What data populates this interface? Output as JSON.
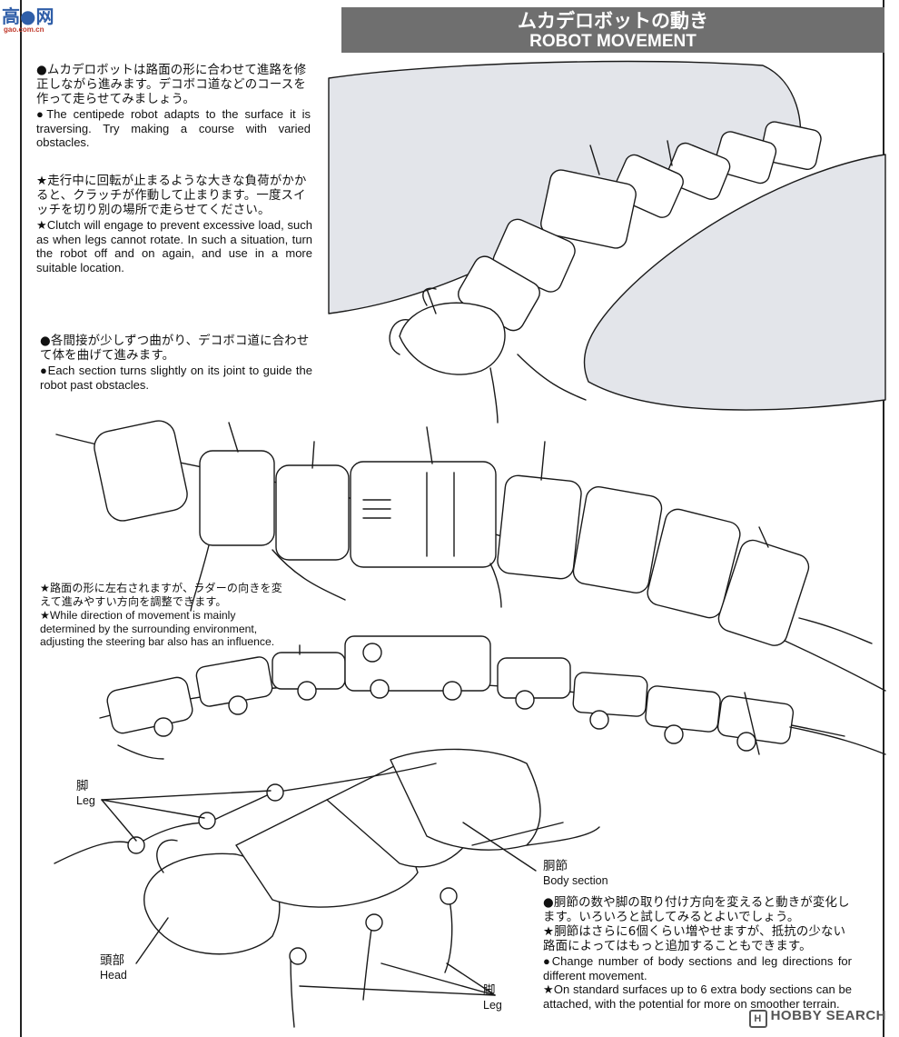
{
  "header": {
    "title_jp": "ムカデロボットの動き",
    "title_en": "ROBOT MOVEMENT"
  },
  "logo": {
    "text": "高●网",
    "url": "gao.com.cn"
  },
  "section1": {
    "jp": "●ムカデロボットは路面の形に合わせて進路を修正しながら進みます。デコボコ道などのコースを作って走らせてみましょう。",
    "en": "●The centipede robot adapts to the surface it is traversing. Try making a course with varied obstacles."
  },
  "section2": {
    "jp": "★走行中に回転が止まるような大きな負荷がかかると、クラッチが作動して止まります。一度スイッチを切り別の場所で走らせてください。",
    "en": "★Clutch will engage to prevent excessive load, such as when legs cannot rotate. In such a situation, turn the robot off and on again, and use in a more suitable location."
  },
  "section3": {
    "jp": "●各間接が少しずつ曲がり、デコボコ道に合わせて体を曲げて進みます。",
    "en": "●Each section turns slightly on its joint to guide the robot past obstacles."
  },
  "section4": {
    "jp": "★路面の形に左右されますが、ラダーの向きを変えて進みやすい方向を調整できます。",
    "en": "★While direction of movement is mainly determined by the surrounding environment, adjusting the steering bar also has an influence."
  },
  "labels": {
    "leg_jp": "脚",
    "leg_en": "Leg",
    "body_jp": "胴節",
    "body_en": "Body section",
    "head_jp": "頭部",
    "head_en": "Head"
  },
  "section5": {
    "jp1": "●胴節の数や脚の取り付け方向を変えると動きが変化します。いろいろと試してみるとよいでしょう。",
    "jp2": "★胴節はさらに6個くらい増やせますが、抵抗の少ない路面によってはもっと追加することもできます。",
    "en1": "●Change number of body sections and leg directions for different movement.",
    "en2": "★On standard surfaces up to 6 extra body sections can be attached, with the potential for more on smoother terrain."
  },
  "watermark": {
    "icon": "H",
    "text": "HOBBY SEARCH"
  },
  "colors": {
    "header_bg": "#6f6f6f",
    "surface_fill": "#e3e5ea",
    "line": "#1a1a1a"
  }
}
